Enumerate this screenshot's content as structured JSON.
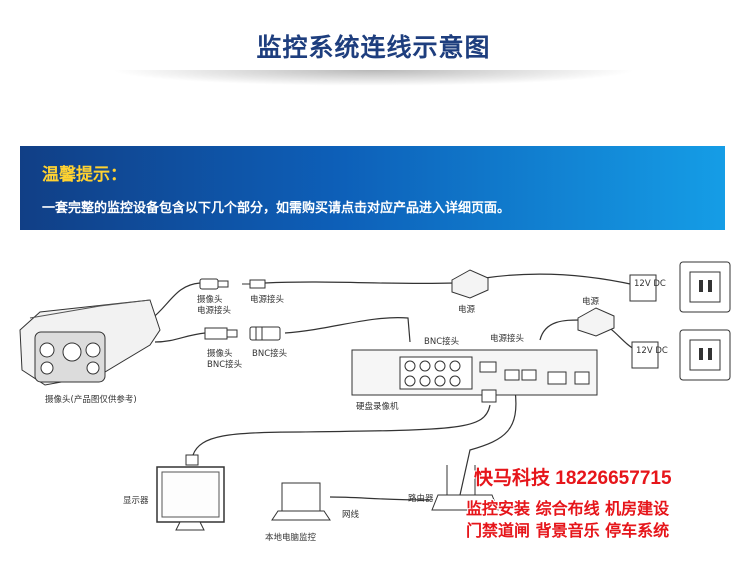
{
  "header": {
    "title": "监控系统连线示意图"
  },
  "banner": {
    "title": "温馨提示：",
    "text": "一套完整的监控设备包含以下几个部分，如需购买请点击对应产品进入详细页面。"
  },
  "diagram": {
    "camera_label": "摄像头(产品图仅供参考)",
    "cam_power_plug_a": "摄像头",
    "cam_power_plug_b": "电源接头",
    "power_plug": "电源接头",
    "cam_bnc_a": "摄像头",
    "cam_bnc_b": "BNC接头",
    "bnc_plug": "BNC接头",
    "power_supply_1": "电源",
    "power_supply_2": "电源",
    "dvr_bnc": "BNC接头",
    "dvr_power": "电源接头",
    "dvr": "硬盘录像机",
    "monitor": "显示器",
    "laptop": "本地电脑监控",
    "router": "路由器",
    "network": "网线",
    "adapter_text_1": "12V DC",
    "adapter_text_2": "12V DC"
  },
  "promo": {
    "company": "快马科技 18226657715",
    "line1": "监控安装 综合布线 机房建设",
    "line2": "门禁道闸 背景音乐 停车系统"
  }
}
